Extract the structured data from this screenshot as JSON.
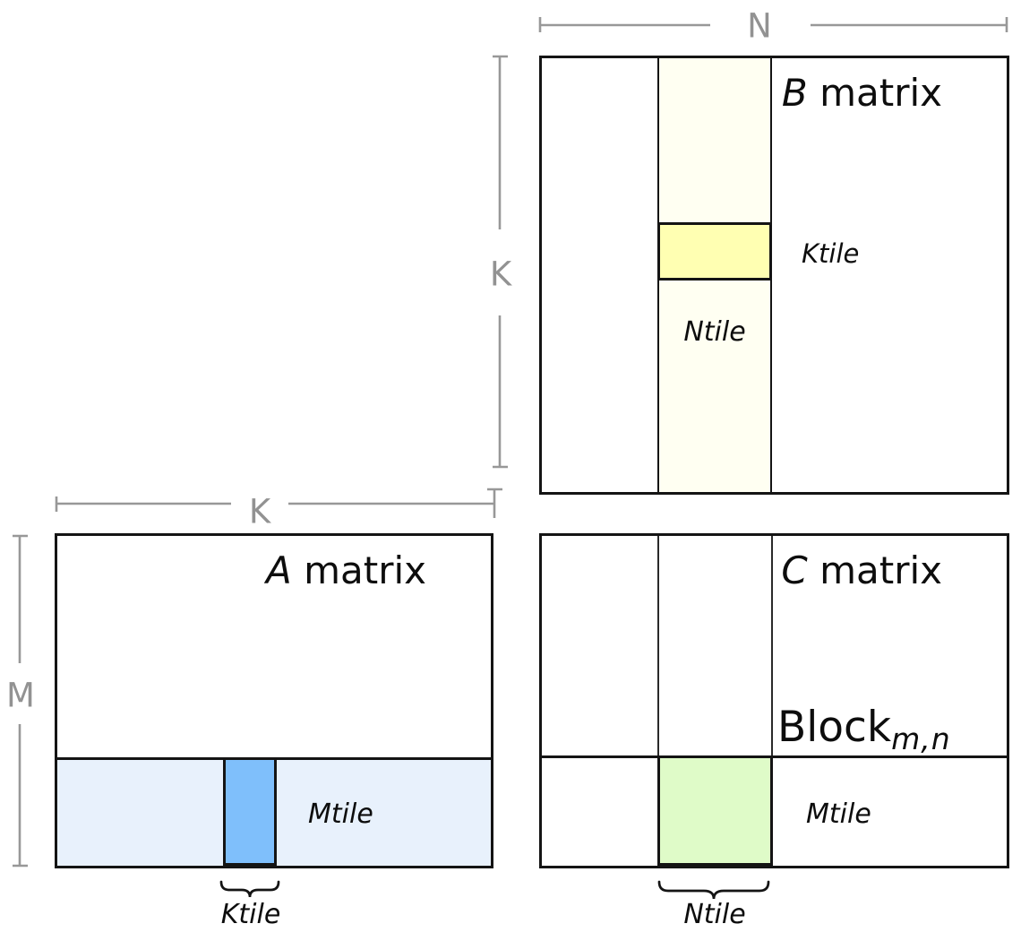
{
  "matrices": {
    "b": {
      "letter": "B",
      "title_suffix": " matrix",
      "tile_label": "Ktile",
      "band_label": "Ntile"
    },
    "a": {
      "letter": "A",
      "title_suffix": " matrix",
      "tile_label": "Mtile",
      "band_label": "Ktile"
    },
    "c": {
      "letter": "C",
      "title_suffix": " matrix",
      "tile_label": "Mtile",
      "band_label": "Ntile",
      "block_label": "Block",
      "block_subscript": "m,n"
    }
  },
  "dimensions": {
    "n": "N",
    "k_b": "K",
    "k_a": "K",
    "m": "M"
  },
  "colors": {
    "b_band_fill": "#FFFFF2",
    "b_tile_fill": "#FFFFB2",
    "a_band_fill": "#E8F1FC",
    "a_tile_fill": "#7FBFFB",
    "c_tile_fill": "#DFFBC8",
    "outline": "#141414",
    "dimension_line": "#989898"
  }
}
